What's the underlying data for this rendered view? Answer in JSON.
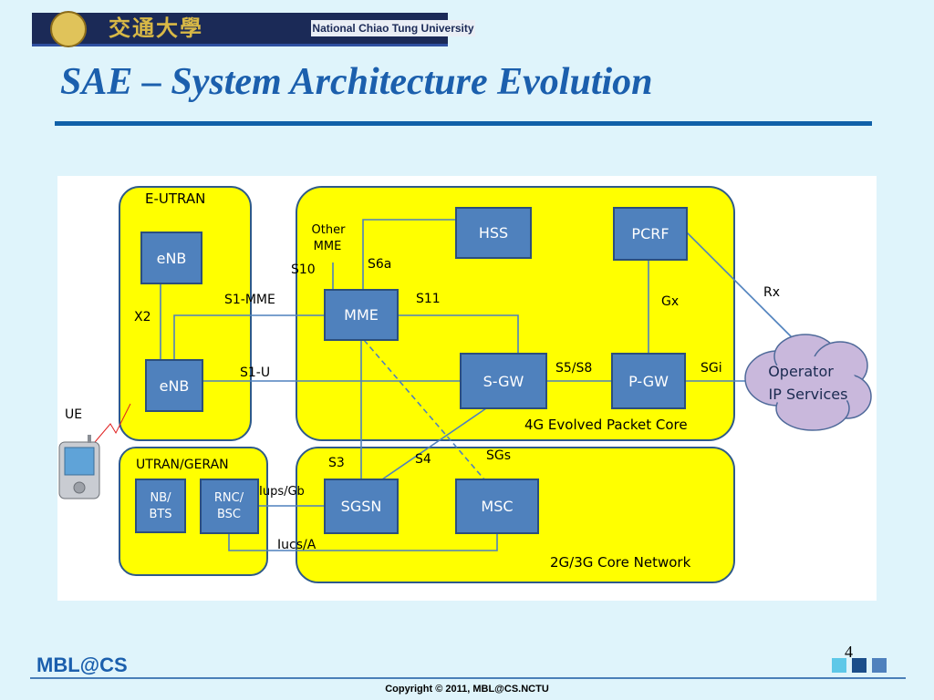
{
  "header": {
    "university_cn": "交通大學",
    "university_en": "National Chiao Tung University",
    "slide_title": "SAE – System Architecture Evolution"
  },
  "diagram": {
    "regions": {
      "eutran": "E-UTRAN",
      "epc": "4G Evolved Packet Core",
      "utran": "UTRAN/GERAN",
      "core": "2G/3G Core Network"
    },
    "nodes": {
      "enb_top": "eNB",
      "enb_bottom": "eNB",
      "mme": "MME",
      "hss": "HSS",
      "pcrf": "PCRF",
      "sgw": "S-GW",
      "pgw": "P-GW",
      "nbbts": [
        "NB/",
        "BTS"
      ],
      "rncbsc": [
        "RNC/",
        "BSC"
      ],
      "sgsn": "SGSN",
      "msc": "MSC",
      "operator": [
        "Operator",
        "IP Services"
      ],
      "other_mme": [
        "Other",
        "MME"
      ]
    },
    "interfaces": {
      "x2": "X2",
      "s1mme": "S1-MME",
      "s1u": "S1-U",
      "s10": "S10",
      "s6a": "S6a",
      "s11": "S11",
      "gx": "Gx",
      "rx": "Rx",
      "s5s8": "S5/S8",
      "sgi": "SGi",
      "s3": "S3",
      "s4": "S4",
      "sgs": "SGs",
      "iupsgb": "Iups/Gb",
      "iucsa": "Iucs/A"
    },
    "ue_label": "UE"
  },
  "footer": {
    "logo": "MBL@CS",
    "page_number": "4",
    "copyright": "Copyright © 2011, MBL@CS.NCTU"
  },
  "colors": {
    "title": "#1b5fad",
    "region_fill": "#ffff00",
    "region_stroke": "#2e5a8a",
    "node_fill": "#4f81bd",
    "node_stroke": "#2c4f7c",
    "cloud_fill": "#c9b8dc",
    "link": "#4f81bd"
  }
}
